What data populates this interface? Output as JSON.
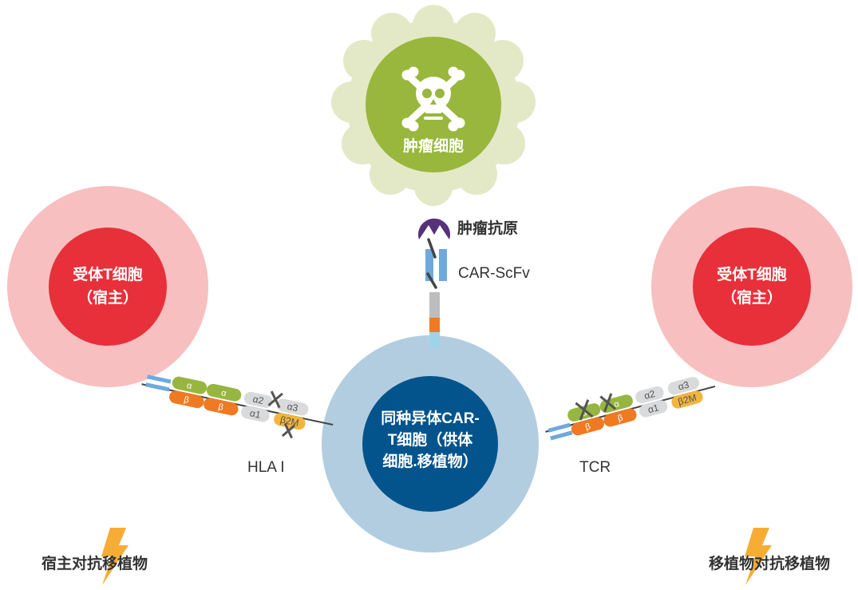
{
  "tumor_cell": {
    "label": "肿瘤细胞"
  },
  "left_host_cell": {
    "line1": "受体T细胞",
    "line2": "（宿主）"
  },
  "right_host_cell": {
    "line1": "受体T细胞",
    "line2": "（宿主）"
  },
  "car_t_cell": {
    "line1": "同种异体CAR-",
    "line2": "T细胞（供体",
    "line3": "细胞.移植物）"
  },
  "labels": {
    "tumor_antigen": "肿瘤抗原",
    "car_scfv": "CAR-ScFv",
    "hla": "HLA I",
    "tcr": "TCR",
    "left_caption": "宿主对抗移植物",
    "right_caption": "移植物对抗移植物"
  },
  "left_complex": {
    "tcr_top": [
      "α",
      "α"
    ],
    "tcr_bottom": [
      "β",
      "β"
    ],
    "hla_top": [
      "α2",
      "α3"
    ],
    "hla_bottom": [
      "α1",
      "β2M"
    ]
  },
  "right_complex": {
    "tcr_top": [
      "α",
      "α"
    ],
    "tcr_bottom": [
      "β",
      "β"
    ],
    "hla_top": [
      "α2",
      "α3"
    ],
    "hla_bottom": [
      "α1",
      "β2M"
    ]
  },
  "icons": [
    "skull-crossbones-icon",
    "lightning-icon",
    "x-mark-icon"
  ],
  "colors": {
    "host_outer": "#f7bfc0",
    "host_inner": "#e8303a",
    "car_outer": "#b3cde0",
    "car_inner": "#03548c",
    "tumor_cloud": "#e3e9c6",
    "tumor_inner": "#98b73c",
    "antigen": "#56327a",
    "scfv": "#6fa9dc",
    "alpha_chain": "#97b640",
    "beta_chain": "#ef7a22",
    "b2m": "#f2b53e",
    "hla_chain": "#d9dadb",
    "lightning": "#f7ac36"
  }
}
